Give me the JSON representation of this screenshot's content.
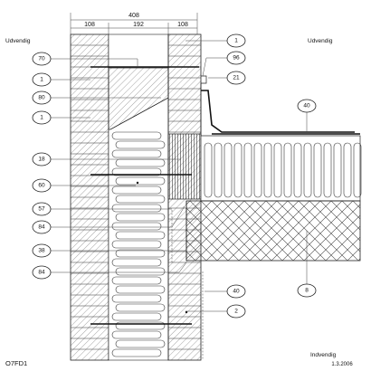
{
  "dimensions": {
    "total": "408",
    "outer_leaf": "108",
    "insulation": "192",
    "inner_leaf": "108"
  },
  "labels": {
    "outside_left": "Udvendig",
    "outside_right": "Udvendig",
    "inside": "Indvendig",
    "drawing_code": "O7FD1",
    "date": "1.3.2006"
  },
  "callouts_left": [
    "70",
    "1",
    "80",
    "1",
    "18",
    "60",
    "57",
    "84",
    "38",
    "84"
  ],
  "callouts_right": [
    "1",
    "96",
    "21",
    "40",
    "8",
    "40",
    "2"
  ],
  "colors": {
    "line": "#222222",
    "hatch": "#555555",
    "background": "#ffffff"
  }
}
